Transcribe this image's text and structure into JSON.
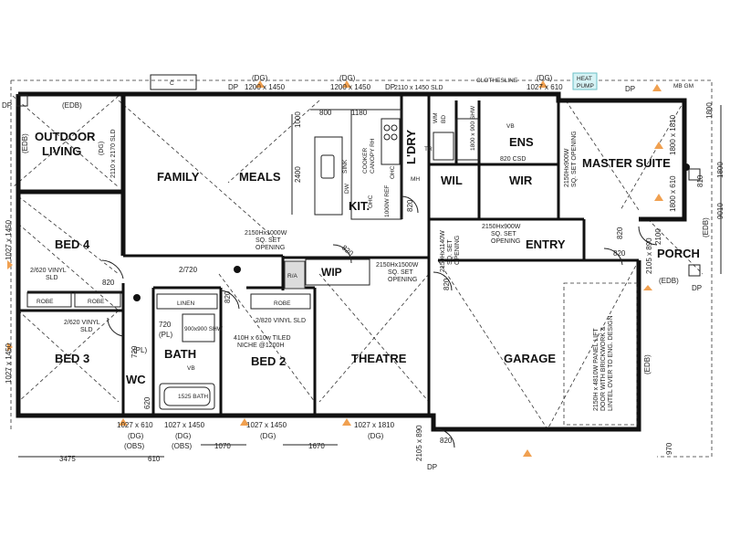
{
  "rooms": {
    "outdoor_living": [
      "OUTDOOR",
      "LIVING"
    ],
    "family": "FAMILY",
    "meals": "MEALS",
    "kit": "KIT.",
    "ldry": "L'DRY",
    "ens": "ENS",
    "wil": "WIL",
    "wir": "WIR",
    "master_suite": "MASTER SUITE",
    "bed4": "BED 4",
    "bed3": "BED 3",
    "wc": "WC",
    "bath": "BATH",
    "bed2": "BED 2",
    "theatre": "THEATRE",
    "garage": "GARAGE",
    "entry": "ENTRY",
    "porch": "PORCH",
    "wip": "WIP"
  },
  "fixtures": {
    "robe_bed4_a": "ROBE",
    "robe_bed4_b": "ROBE",
    "linen": "LINEN",
    "robe_bed2": "ROBE",
    "ra": "R/A",
    "mh": "MH",
    "cooker": "COOKER",
    "canopy": "CANOPY RH",
    "sink": "SINK",
    "dw": "DW",
    "ohc1": "OHC",
    "ohc2": "OHC",
    "refr": "1000W REF",
    "tr": "TR",
    "wm": "WM",
    "bd": "BD",
    "shw_ens": "1800 x 900 SHW",
    "vb_ens": "VB",
    "shw_bath": "900x900 SHW",
    "vb_bath": "VB",
    "bath_tub": "1525 BATH",
    "clothesline": "CLOTHESLINE",
    "heat_pump": [
      "HEAT",
      "PUMP"
    ],
    "mb_gm": "MB GM",
    "c_box": "C"
  },
  "notes": {
    "family_opening": [
      "2150Hx1000W",
      "SQ. SET",
      "OPENING"
    ],
    "wip_opening": [
      "2150Hx1500W",
      "SQ. SET",
      "OPENING"
    ],
    "entry_opening_1": [
      "2150Hx1140W",
      "SQ. SET",
      "OPENING"
    ],
    "entry_opening_2": [
      "2150Hx900W",
      "SQ. SET",
      "OPENING"
    ],
    "ens_opening": [
      "2150Hx900W",
      "SQ. SET OPENING"
    ],
    "bed4_vinyl": [
      "2/620 VINYL",
      "SLD"
    ],
    "bed3_vinyl": [
      "2/620 VINYL",
      "SLD"
    ],
    "bed2_vinyl": "2/820 VINYL SLD",
    "niche": [
      "410H x 610w TILED",
      "NICHE @1200H"
    ],
    "garage_door": [
      "2150H x 4810W PANEL LIFT",
      "DOOR WITH BRICKWORK &",
      "LINTEL OVER TO ENG. DESIGN"
    ],
    "sld_outdoor": "2110 x 2170 SLD",
    "sld_laundry": "2110 x 1450 SLD",
    "dg_outdoor": "(DG)",
    "ens_csd": "820 CSD"
  },
  "dimensions": {
    "top": {
      "w1": "1200 x 1450",
      "w1_tag": "(DG)",
      "w2": "1200 x 1450",
      "w2_tag": "(DG)",
      "w3": "1027 x 610",
      "w3_tag": "(DG)",
      "dp_left": "DP",
      "dp_mid": "DP",
      "dp_right": "DP"
    },
    "kitchen": {
      "d800": "800",
      "d1180": "1180",
      "d1000": "1000",
      "d2400": "2400"
    },
    "left": {
      "w_bed4": "1027 x 1450",
      "w_bed3": "1027 x 1450",
      "dp": "DP",
      "edb_top": "(EDB)",
      "edb_left": "(EDB)"
    },
    "right": {
      "w_master_1": "1800 x 1810",
      "w_master_2": "1800 x 610",
      "porch_w": "2105 x 890",
      "porch_w2": "2100",
      "edb_right": "(EDB)",
      "edb_porch": "(EDB)",
      "edb_garage": "(EDB)",
      "d1800": "1800",
      "d_1800_right": "1800",
      "dp": "DP",
      "d_810": "810",
      "d_9010": "9010",
      "d_970": "970"
    },
    "bottom": {
      "w_wc": "1027 x 610",
      "w_wc_tag": "(DG)",
      "w_wc_obs": "(OBS)",
      "w_bath": "1027 x 1450",
      "w_bath_tag": "(DG)",
      "w_bath_obs": "(OBS)",
      "w_bed2": "1027 x 1450",
      "w_bed2_tag": "(DG)",
      "w_theatre": "1027 x 1810",
      "w_theatre_tag": "(DG)",
      "w_garage_side": "2105 x 890",
      "d3475": "3475",
      "d610": "610",
      "d1070": "1070",
      "d1670": "1670",
      "dp": "DP"
    },
    "doors": {
      "d820_bed4": "820",
      "d820_bed2": "820",
      "d720_linen": "2/720",
      "d720_wc": "720",
      "d720_pl": "(PL)",
      "d720_bath": "720",
      "d720_bath_pl": "(PL)",
      "d820_wip": "820",
      "d820_theatre": "820",
      "d820_entry": "820",
      "d820_porch": "820",
      "d820_garage": "820",
      "d820_laundry": "820",
      "d620_wc": "620"
    }
  }
}
